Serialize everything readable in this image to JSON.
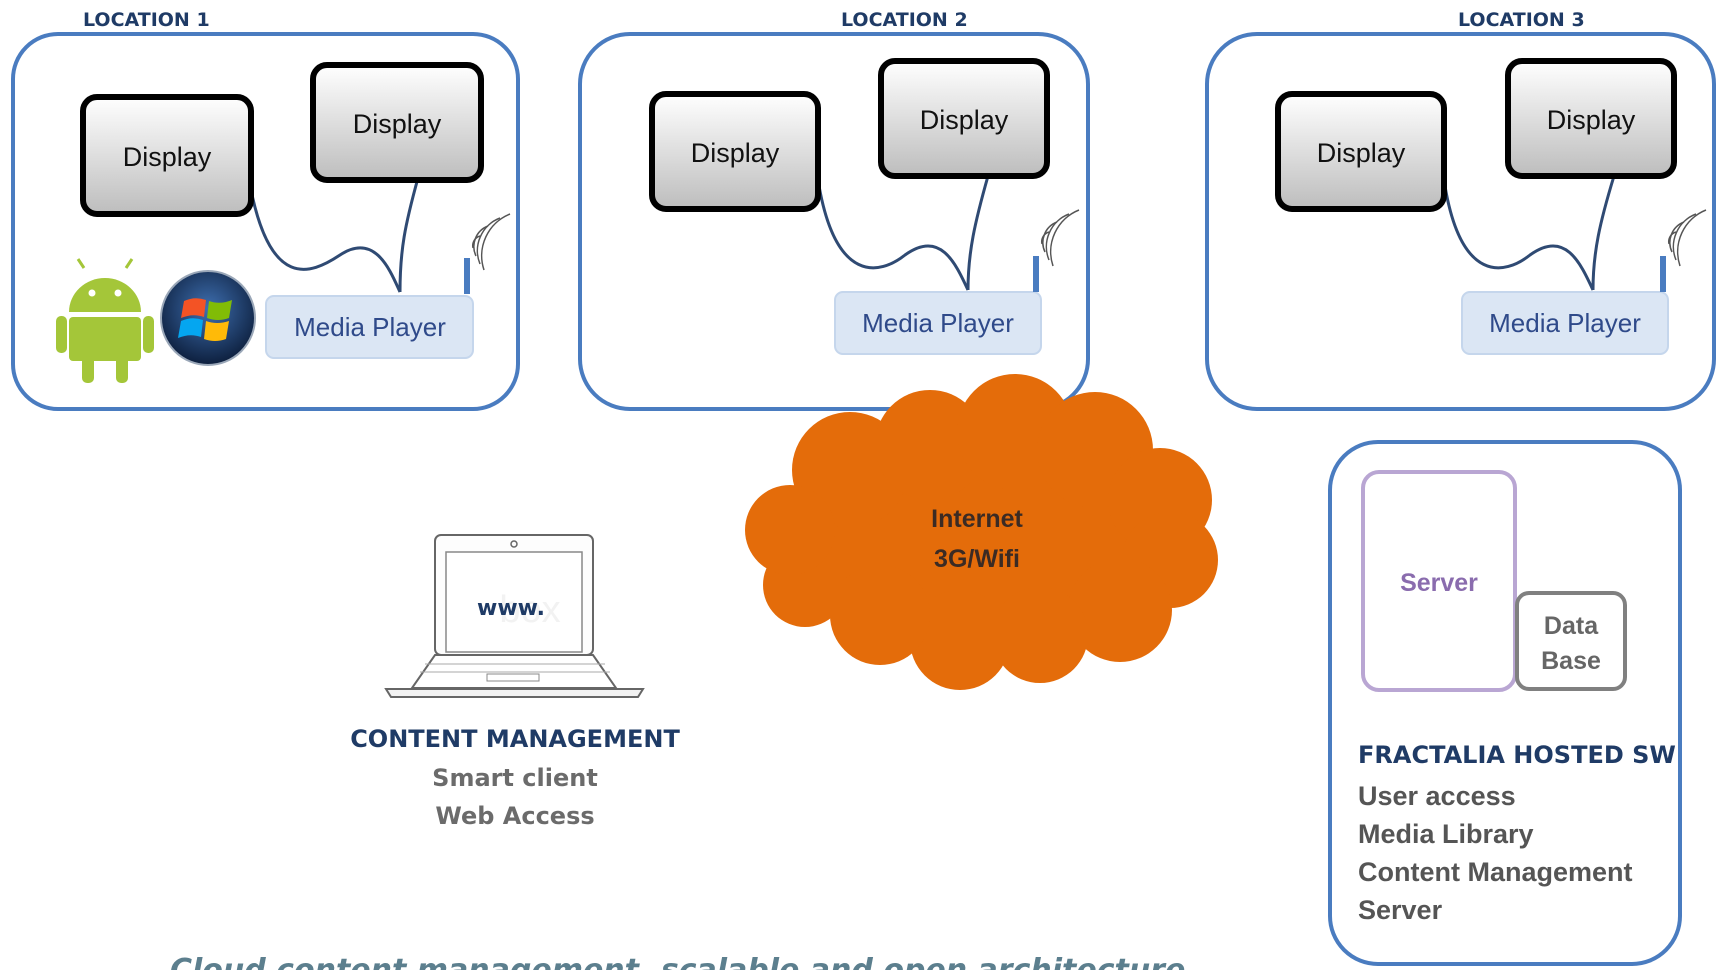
{
  "locations": [
    {
      "title": "LOCATION 1",
      "display_a": "Display",
      "display_b": "Display",
      "media_player": "Media Player"
    },
    {
      "title": "LOCATION 2",
      "display_a": "Display",
      "display_b": "Display",
      "media_player": "Media Player"
    },
    {
      "title": "LOCATION  3",
      "display_a": "Display",
      "display_b": "Display",
      "media_player": "Media Player"
    }
  ],
  "cloud": {
    "line1": "Internet",
    "line2": "3G/Wifi"
  },
  "laptop": {
    "screen_text": "www.",
    "watermark": "box"
  },
  "content_management": {
    "title": "CONTENT MANAGEMENT",
    "line1": "Smart client",
    "line2": "Web Access"
  },
  "hosted": {
    "server": "Server",
    "database_line1": "Data",
    "database_line2": "Base",
    "title": "FRACTALIA HOSTED SW",
    "items": [
      "User access",
      "Media Library",
      "Content Management",
      "Server"
    ]
  },
  "caption": "Cloud content management, scalable and open architecture",
  "colors": {
    "frame": "#4a7cc0",
    "cloud": "#e46c0a",
    "media_player_fill": "#dbe6f4",
    "wire": "#2f4a73"
  },
  "icons": [
    "android-icon",
    "windows-icon",
    "wifi-icon",
    "laptop-icon"
  ]
}
